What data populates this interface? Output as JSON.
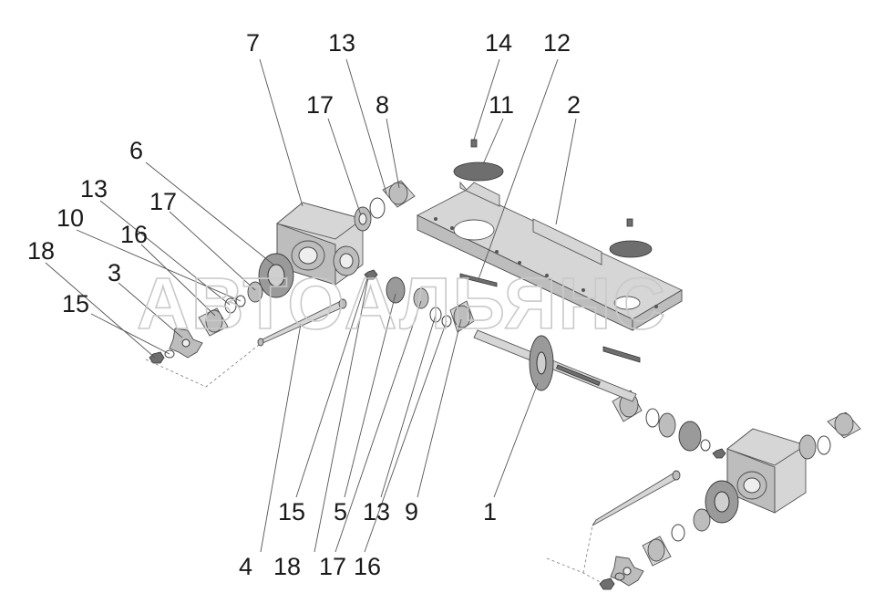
{
  "watermark": "АВТОАЛЬЯНС",
  "callouts": [
    {
      "id": "c7",
      "text": "7"
    },
    {
      "id": "c13a",
      "text": "13"
    },
    {
      "id": "c14",
      "text": "14"
    },
    {
      "id": "c12",
      "text": "12"
    },
    {
      "id": "c17a",
      "text": "17"
    },
    {
      "id": "c8",
      "text": "8"
    },
    {
      "id": "c11",
      "text": "11"
    },
    {
      "id": "c2",
      "text": "2"
    },
    {
      "id": "c6",
      "text": "6"
    },
    {
      "id": "c13b",
      "text": "13"
    },
    {
      "id": "c17b",
      "text": "17"
    },
    {
      "id": "c10",
      "text": "10"
    },
    {
      "id": "c16a",
      "text": "16"
    },
    {
      "id": "c18a",
      "text": "18"
    },
    {
      "id": "c3",
      "text": "3"
    },
    {
      "id": "c15a",
      "text": "15"
    },
    {
      "id": "c15b",
      "text": "15"
    },
    {
      "id": "c5",
      "text": "5"
    },
    {
      "id": "c13c",
      "text": "13"
    },
    {
      "id": "c9",
      "text": "9"
    },
    {
      "id": "c1",
      "text": "1"
    },
    {
      "id": "c4",
      "text": "4"
    },
    {
      "id": "c18b",
      "text": "18"
    },
    {
      "id": "c17c",
      "text": "17"
    },
    {
      "id": "c16b",
      "text": "16"
    }
  ]
}
